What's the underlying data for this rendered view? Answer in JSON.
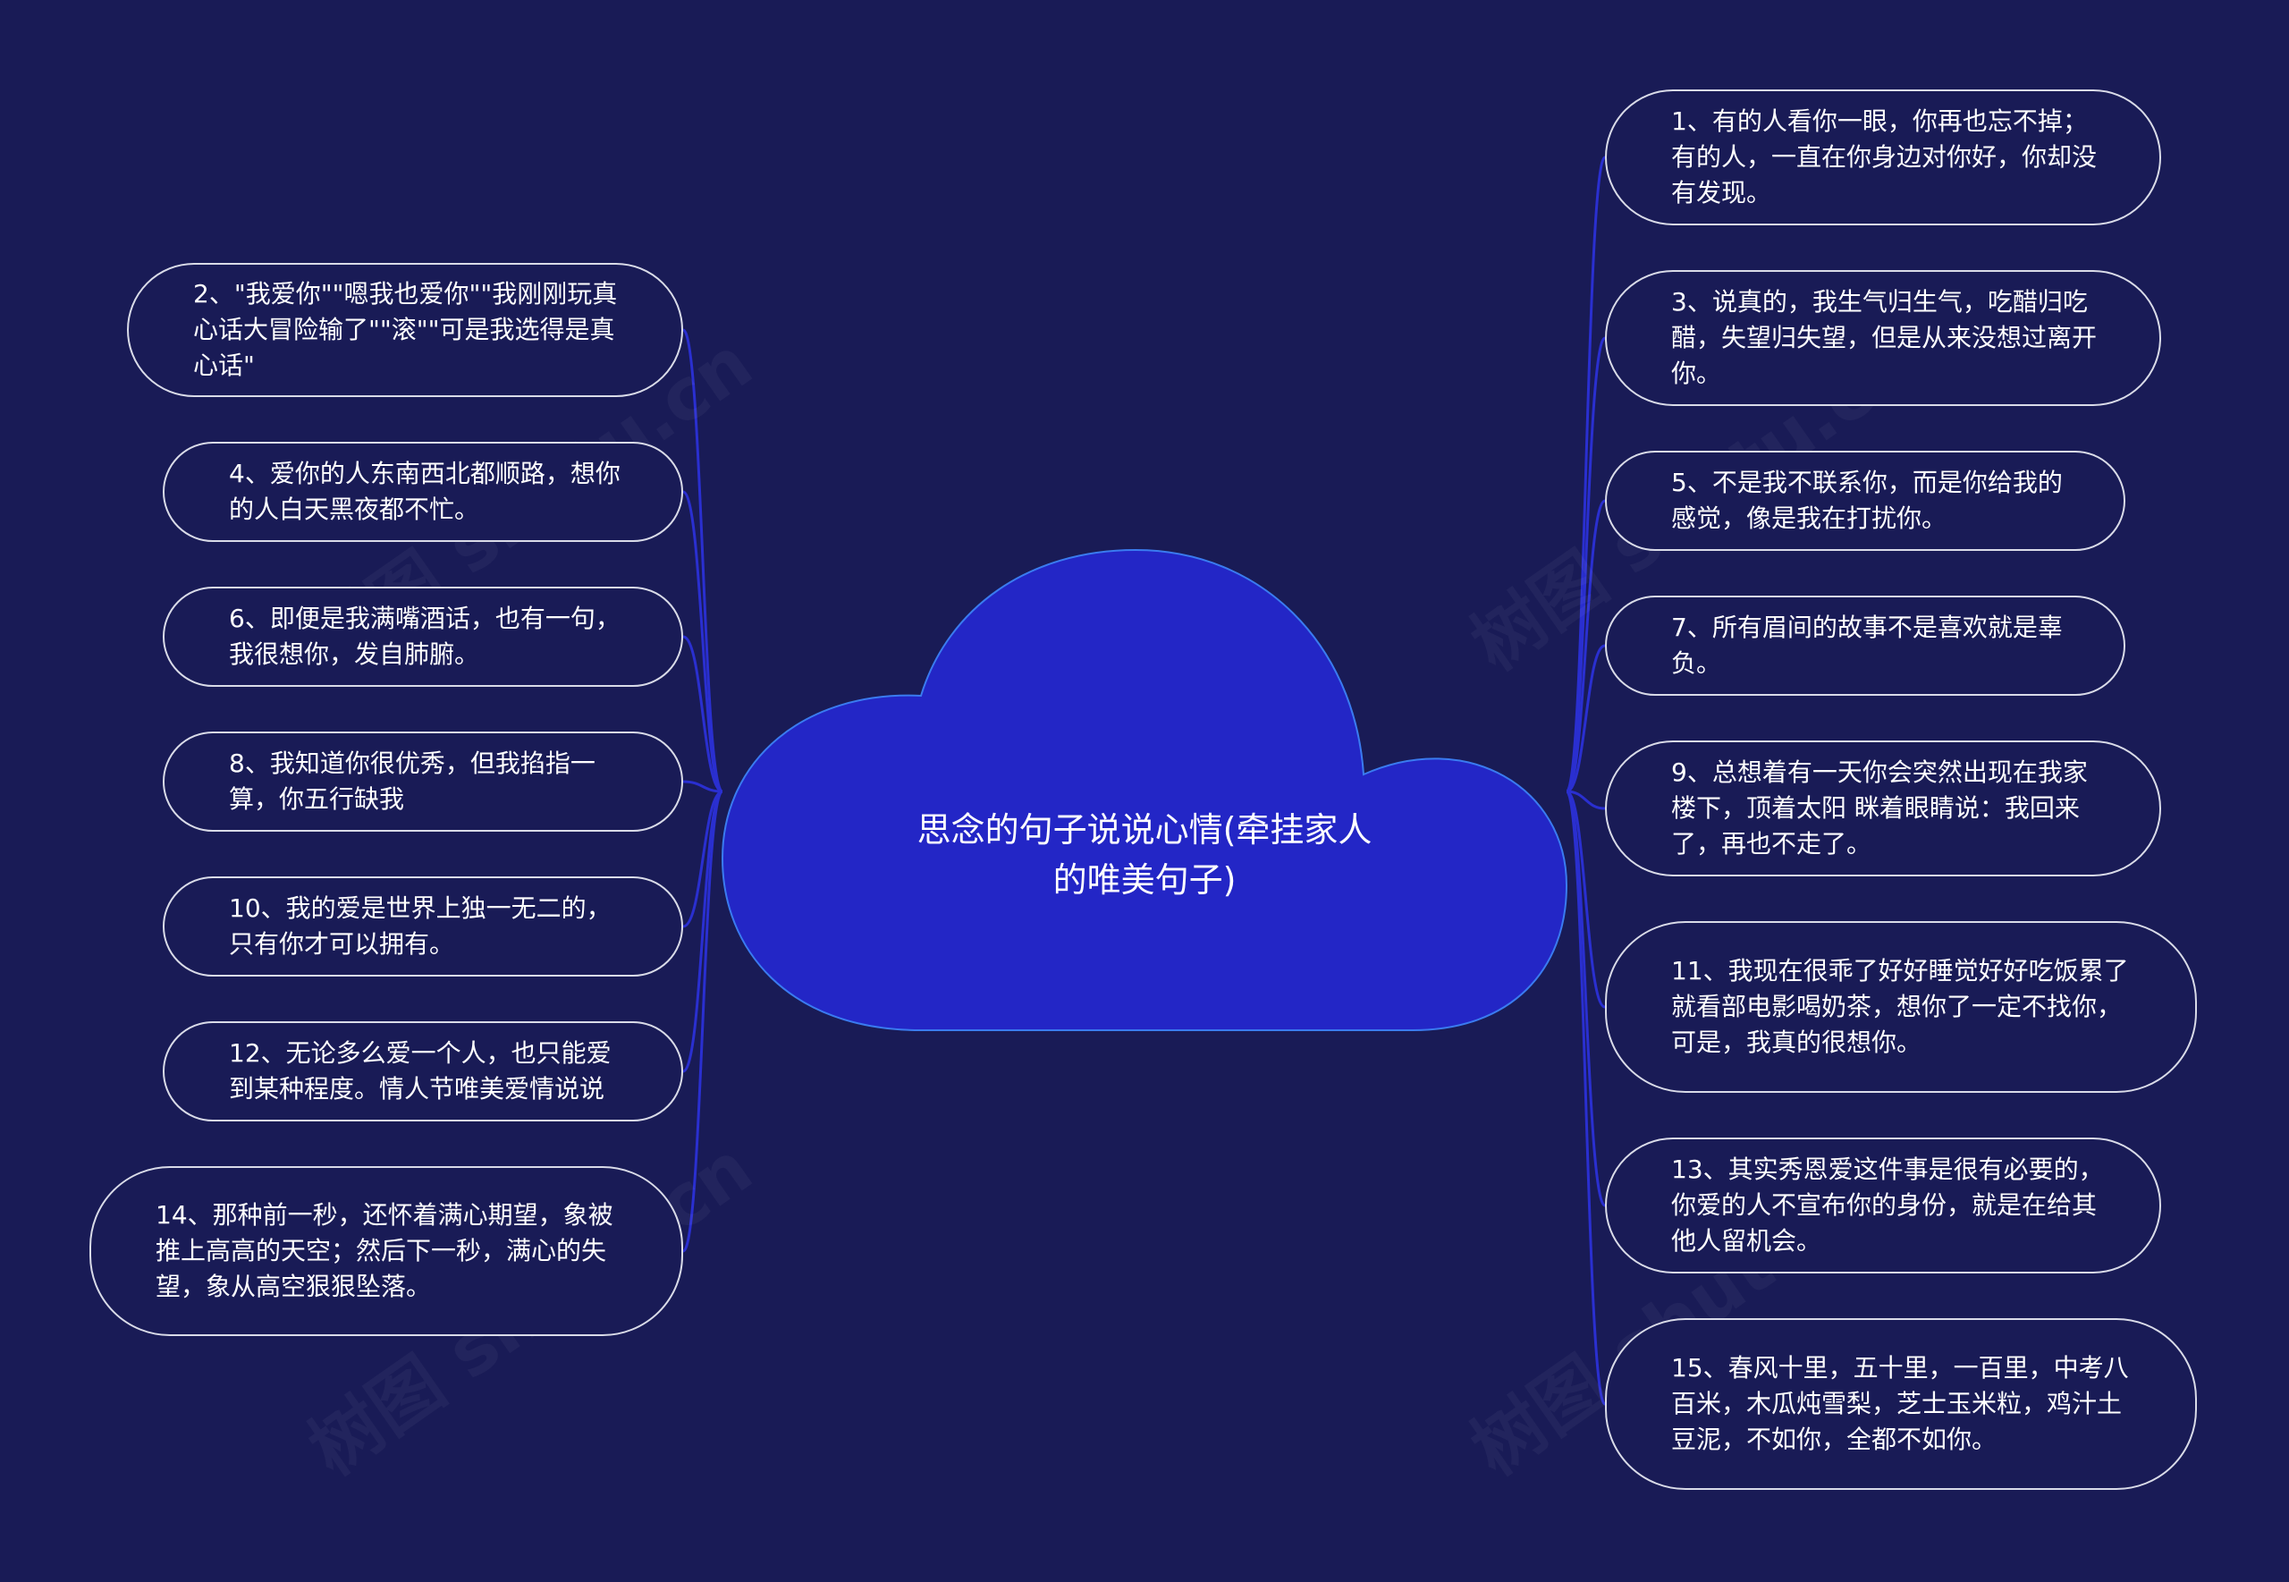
{
  "root": {
    "title": "思念的句子说说心情(牵挂家人的唯美句子)"
  },
  "colors": {
    "background": "#191b56",
    "cloud_fill": "#2326c6",
    "cloud_stroke": "#3a7bf0",
    "connector": "#2a2fd0",
    "node_border": "#d9dbe8"
  },
  "watermark": "树图 shutu.cn",
  "left_nodes": [
    {
      "id": "2",
      "text": "2、\"我爱你\"\"嗯我也爱你\"\"我刚刚玩真心话大冒险输了\"\"滚\"\"可是我选得是真心话\""
    },
    {
      "id": "4",
      "text": "4、爱你的人东南西北都顺路，想你的人白天黑夜都不忙。"
    },
    {
      "id": "6",
      "text": "6、即便是我满嘴酒话，也有一句，我很想你，发自肺腑。"
    },
    {
      "id": "8",
      "text": "8、我知道你很优秀，但我掐指一算，你五行缺我"
    },
    {
      "id": "10",
      "text": "10、我的爱是世界上独一无二的，只有你才可以拥有。"
    },
    {
      "id": "12",
      "text": "12、无论多么爱一个人，也只能爱到某种程度。情人节唯美爱情说说"
    },
    {
      "id": "14",
      "text": "14、那种前一秒，还怀着满心期望，象被推上高高的天空；然后下一秒，满心的失望，象从高空狠狠坠落。"
    }
  ],
  "right_nodes": [
    {
      "id": "1",
      "text": "1、有的人看你一眼，你再也忘不掉；有的人，一直在你身边对你好，你却没有发现。"
    },
    {
      "id": "3",
      "text": "3、说真的，我生气归生气，吃醋归吃醋，失望归失望，但是从来没想过离开你。"
    },
    {
      "id": "5",
      "text": "5、不是我不联系你，而是你给我的感觉，像是我在打扰你。"
    },
    {
      "id": "7",
      "text": "7、所有眉间的故事不是喜欢就是辜负。"
    },
    {
      "id": "9",
      "text": "9、总想着有一天你会突然出现在我家楼下，顶着太阳 眯着眼睛说：我回来了，再也不走了。"
    },
    {
      "id": "11",
      "text": "11、我现在很乖了好好睡觉好好吃饭累了就看部电影喝奶茶，想你了一定不找你，可是，我真的很想你。"
    },
    {
      "id": "13",
      "text": "13、其实秀恩爱这件事是很有必要的，你爱的人不宣布你的身份，就是在给其他人留机会。"
    },
    {
      "id": "15",
      "text": "15、春风十里，五十里，一百里，中考八百米，木瓜炖雪梨，芝士玉米粒，鸡汁土豆泥，不如你，全都不如你。"
    }
  ]
}
